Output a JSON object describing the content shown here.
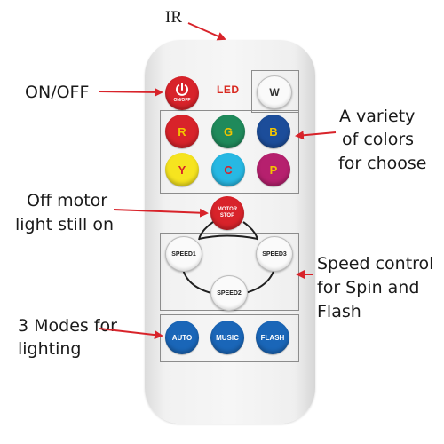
{
  "callouts": {
    "ir": "IR",
    "on_off": "ON/OFF",
    "colors": [
      "A variety",
      "of colors",
      "for choose"
    ],
    "motor": [
      "Off motor",
      "light still on"
    ],
    "speed": [
      "Speed control",
      "for Spin and",
      "Flash"
    ],
    "modes": [
      "3 Modes for",
      "lighting"
    ]
  },
  "remote": {
    "power_sublabel": "ON/OFF",
    "led_label": "LED",
    "white_label": "W",
    "color_buttons": [
      {
        "label": "R",
        "color": "#d8232a",
        "text_color": "#f2c400"
      },
      {
        "label": "G",
        "color": "#1f8a5b",
        "text_color": "#f2c400"
      },
      {
        "label": "B",
        "color": "#1c4d9a",
        "text_color": "#f2c400"
      },
      {
        "label": "Y",
        "color": "#f6e41f",
        "text_color": "#d8232a"
      },
      {
        "label": "C",
        "color": "#27b8e3",
        "text_color": "#d8232a"
      },
      {
        "label": "P",
        "color": "#b6206e",
        "text_color": "#f2c400"
      }
    ],
    "motor_stop": [
      "MOTOR",
      "STOP"
    ],
    "speed_buttons": [
      "SPEED1",
      "SPEED3",
      "SPEED2"
    ],
    "mode_buttons": [
      "AUTO",
      "MUSIC",
      "FLASH"
    ]
  },
  "colors": {
    "arrow": "#d8232a",
    "power": "#d8232a",
    "motor_stop": "#d8232a",
    "mode_blue": "#1a66b8",
    "led_text": "#d8281f"
  }
}
